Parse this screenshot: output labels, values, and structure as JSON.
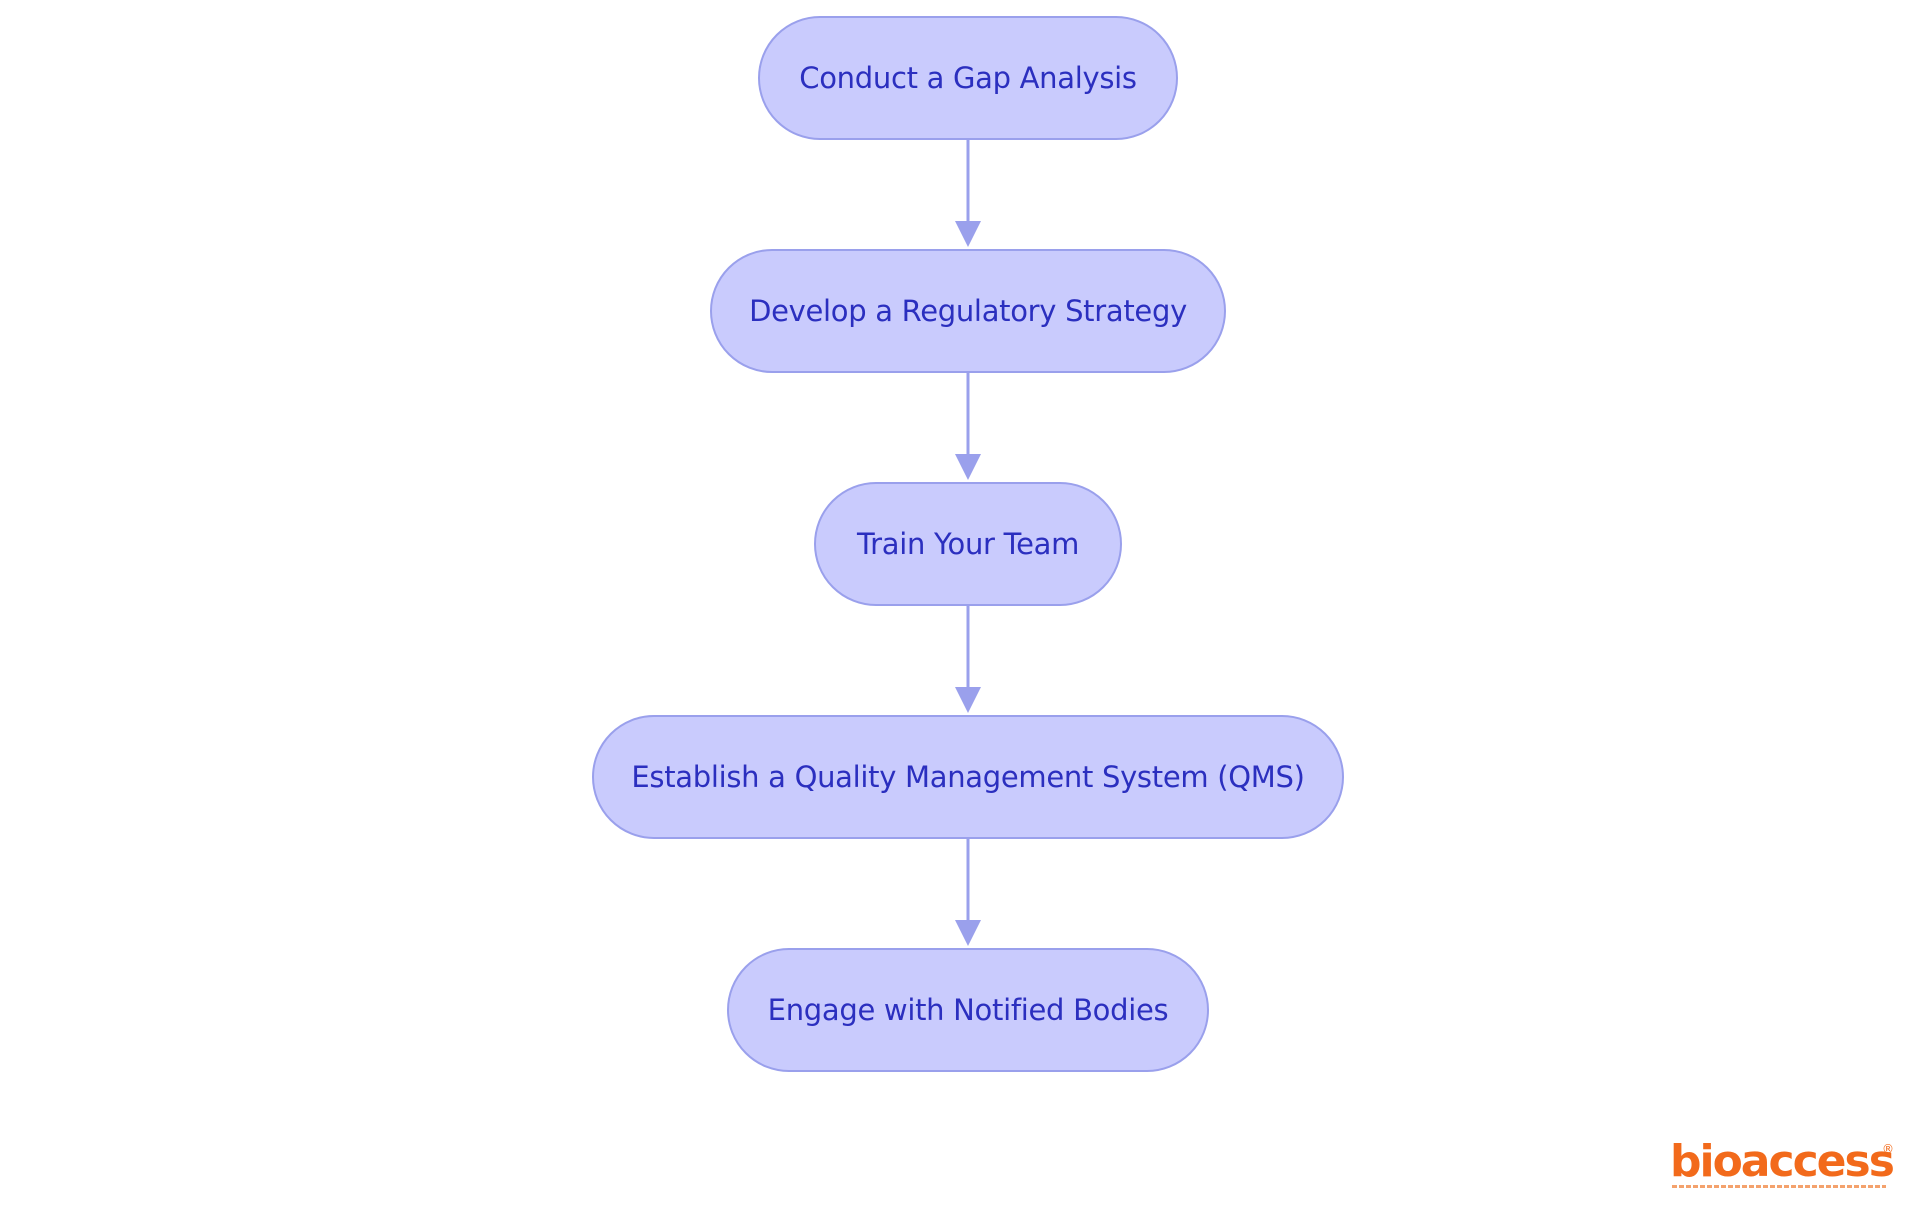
{
  "diagram": {
    "nodes": [
      {
        "id": "n1",
        "label": "Conduct a Gap Analysis"
      },
      {
        "id": "n2",
        "label": "Develop a Regulatory Strategy"
      },
      {
        "id": "n3",
        "label": "Train Your Team"
      },
      {
        "id": "n4",
        "label": "Establish a Quality Management System (QMS)"
      },
      {
        "id": "n5",
        "label": "Engage with Notified Bodies"
      }
    ],
    "edges": [
      {
        "from": "n1",
        "to": "n2"
      },
      {
        "from": "n2",
        "to": "n3"
      },
      {
        "from": "n3",
        "to": "n4"
      },
      {
        "from": "n4",
        "to": "n5"
      }
    ],
    "colors": {
      "node_fill": "#c9cbfd",
      "node_stroke": "#9aa0ec",
      "node_text": "#2b2fbf",
      "edge": "#9aa0ec"
    }
  },
  "brand": {
    "logo_text": "bioaccess",
    "registered_mark": "®",
    "brand_color": "#f26a1b"
  }
}
